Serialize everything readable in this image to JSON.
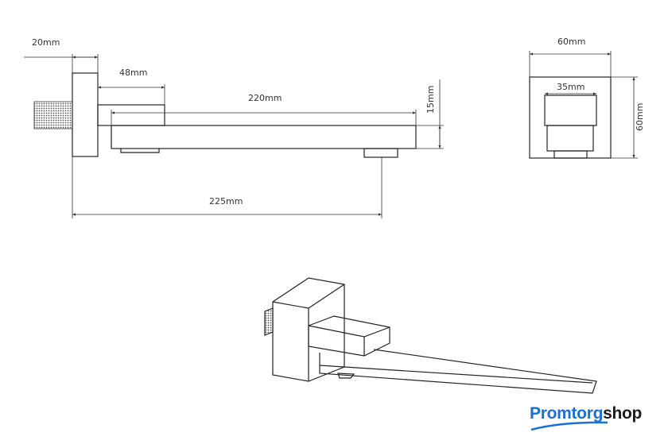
{
  "drawing": {
    "side_view": {
      "dim_plate_width": "20mm",
      "dim_block_length": "48mm",
      "dim_spout_length": "220mm",
      "dim_spout_height": "15mm",
      "dim_total_projection": "225mm"
    },
    "front_view": {
      "dim_plate_width": "60mm",
      "dim_block_width": "35mm",
      "dim_plate_height": "60mm"
    }
  },
  "logo": {
    "part1": "Promtorg",
    "part2": "shop",
    "color": "#1a6fd6"
  }
}
